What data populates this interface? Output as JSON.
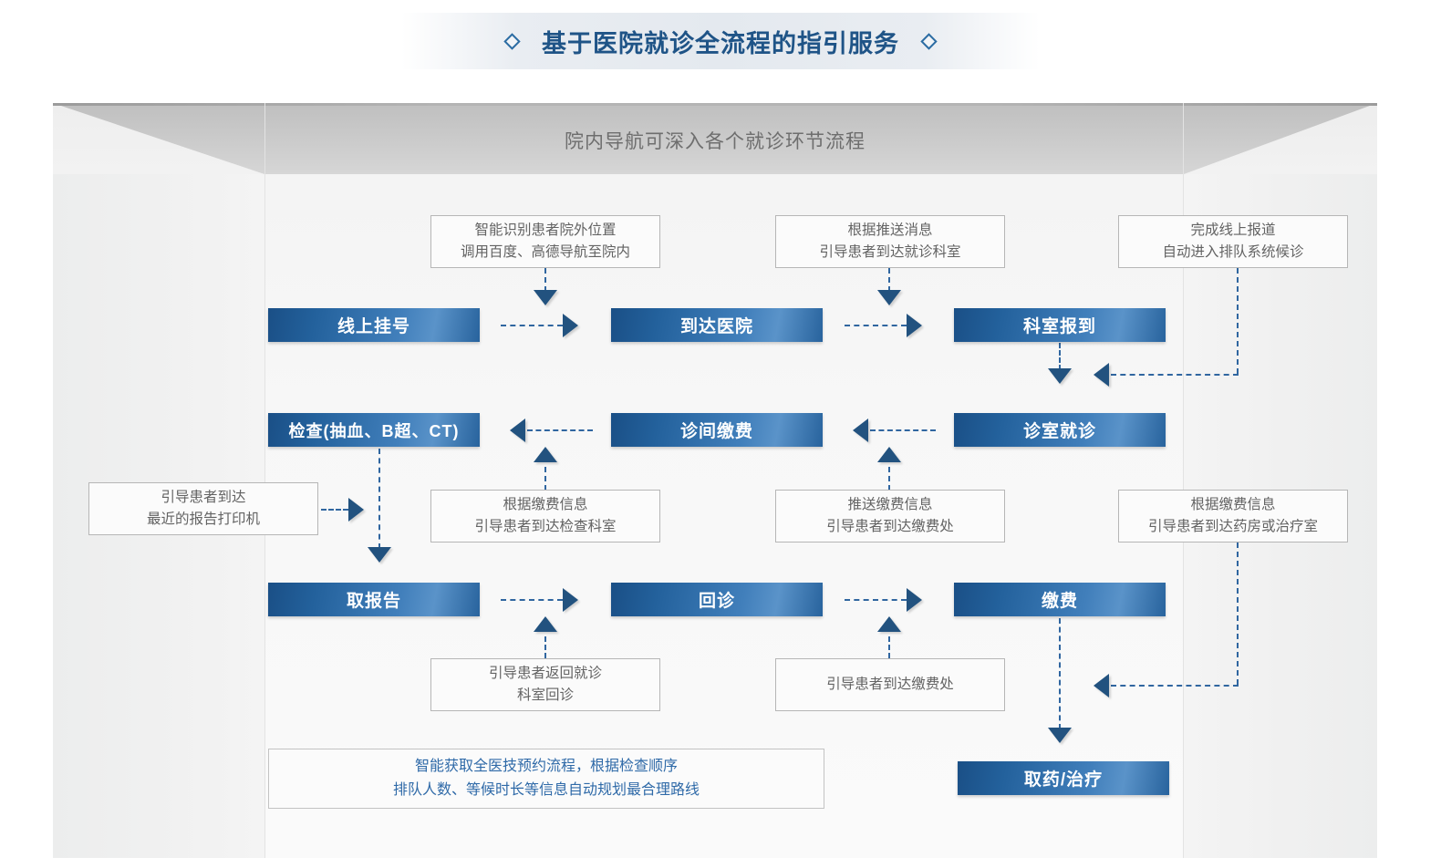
{
  "header": {
    "title": "基于医院就诊全流程的指引服务",
    "left_diamond_icon": "diamond-icon",
    "right_diamond_icon": "diamond-icon"
  },
  "container": {
    "caption": "院内导航可深入各个就诊环节流程"
  },
  "colors": {
    "box_gradient_start": "#1a4f86",
    "box_gradient_end": "#5a93c9",
    "arrow": "#22527f",
    "dashed_line": "#3066a0",
    "title_blue": "#1f5487",
    "note_text": "#636363",
    "note_blue_text": "#2f6aa8",
    "caption_gray": "#6e6e6e"
  },
  "process_steps": {
    "row1": [
      {
        "id": "online-registration",
        "label": "线上挂号"
      },
      {
        "id": "arrive-hospital",
        "label": "到达医院"
      },
      {
        "id": "department-checkin",
        "label": "科室报到"
      }
    ],
    "row2": [
      {
        "id": "examination",
        "label": "检查(抽血、B超、CT)"
      },
      {
        "id": "in-consult-payment",
        "label": "诊间缴费"
      },
      {
        "id": "consultation",
        "label": "诊室就诊"
      }
    ],
    "row3": [
      {
        "id": "collect-report",
        "label": "取报告"
      },
      {
        "id": "return-visit",
        "label": "回诊"
      },
      {
        "id": "payment",
        "label": "缴费"
      }
    ],
    "final": {
      "id": "pickup-medicine-treatment",
      "label": "取药/治疗"
    }
  },
  "notes": {
    "n1": {
      "line1": "智能识别患者院外位置",
      "line2": "调用百度、高德导航至院内"
    },
    "n2": {
      "line1": "根据推送消息",
      "line2": "引导患者到达就诊科室"
    },
    "n3": {
      "line1": "完成线上报道",
      "line2": "自动进入排队系统候诊"
    },
    "n4": {
      "line1": "引导患者到达",
      "line2": "最近的报告打印机"
    },
    "n5": {
      "line1": "根据缴费信息",
      "line2": "引导患者到达检查科室"
    },
    "n6": {
      "line1": "推送缴费信息",
      "line2": "引导患者到达缴费处"
    },
    "n7": {
      "line1": "根据缴费信息",
      "line2": "引导患者到达药房或治疗室"
    },
    "n8": {
      "line1": "引导患者返回就诊",
      "line2": "科室回诊"
    },
    "n9": {
      "line1": "引导患者到达缴费处",
      "line2": ""
    },
    "n10": {
      "line1": "智能获取全医技预约流程，根据检查顺序",
      "line2": "排队人数、等候时长等信息自动规划最合理路线"
    }
  }
}
